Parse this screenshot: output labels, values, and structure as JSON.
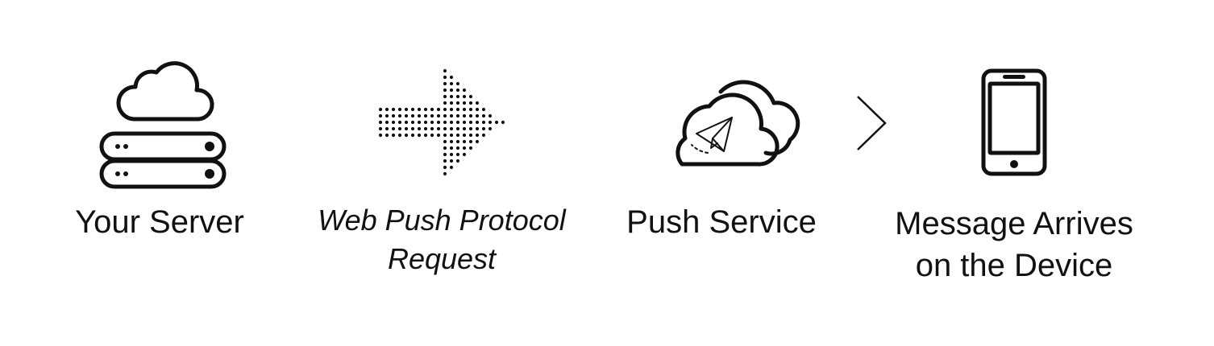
{
  "steps": [
    {
      "icon": "server-cloud-icon",
      "label": "Your Server"
    },
    {
      "icon": "dotted-arrow-icon",
      "label_lines": [
        "Web Push Protocol",
        "Request"
      ]
    },
    {
      "icon": "cloud-paper-plane-icon",
      "label": "Push Service"
    },
    {
      "icon": "chevron-right-icon"
    },
    {
      "icon": "smartphone-icon",
      "label_lines": [
        "Message Arrives",
        "on the Device"
      ]
    }
  ],
  "colors": {
    "stroke": "#111111",
    "background": "#ffffff"
  }
}
